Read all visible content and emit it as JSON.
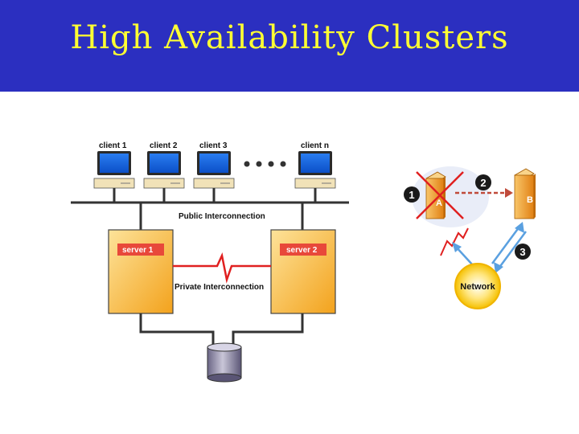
{
  "title": "High Availability Clusters",
  "diagram": {
    "clients": [
      "client 1",
      "client 2",
      "client 3",
      "client n"
    ],
    "public_label": "Public Interconnection",
    "private_label": "Private Interconnection",
    "servers": [
      "server 1",
      "server 2"
    ],
    "failover": {
      "steps": [
        "1",
        "2",
        "3"
      ],
      "node_a": "A",
      "node_b": "B",
      "network": "Network"
    }
  },
  "colors": {
    "title_bar": "#2b2fc0",
    "title_text": "#ffff33",
    "server_fill": "#f7b52a",
    "server_tag": "#e8483a",
    "private_link": "#e02020"
  }
}
